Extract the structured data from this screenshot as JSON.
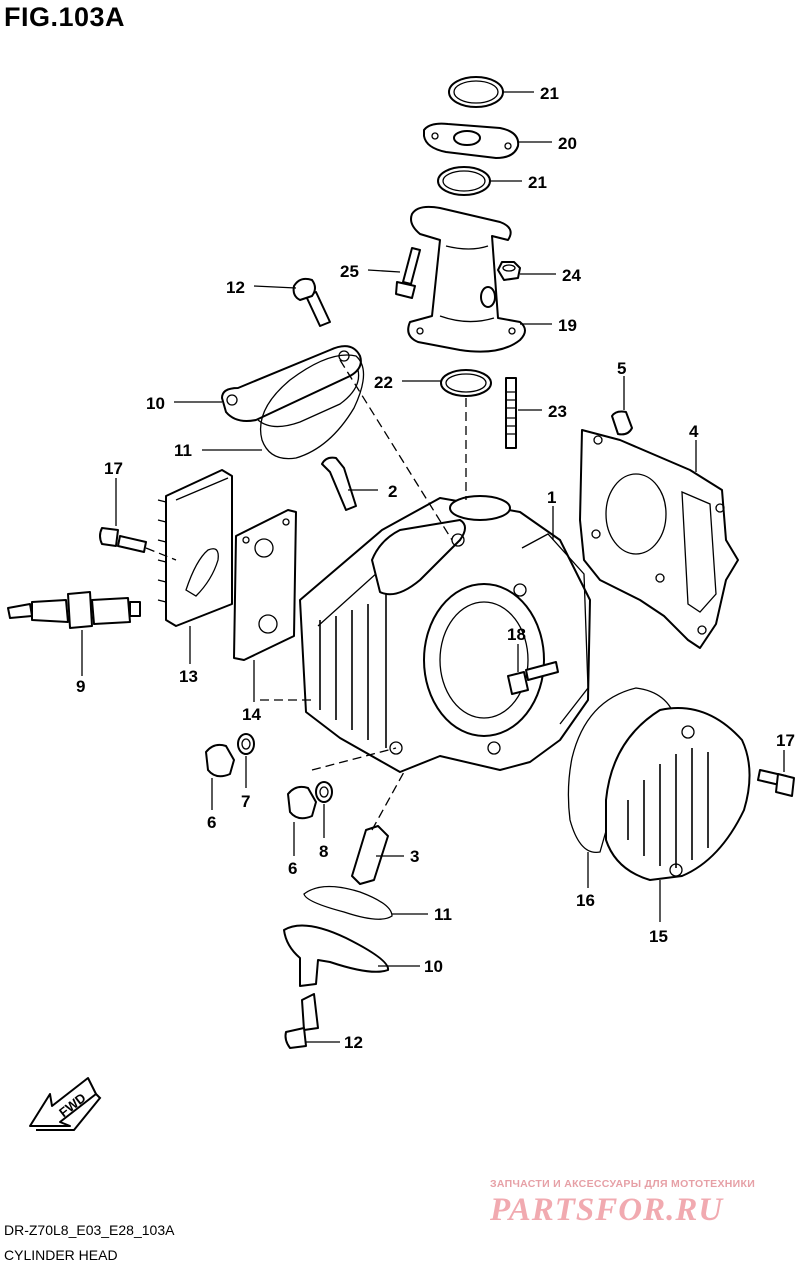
{
  "figure": {
    "title": "FIG.103A",
    "code": "DR-Z70L8_E03_E28_103A",
    "name": "CYLINDER HEAD"
  },
  "fwd_label": "FWD",
  "callouts": [
    {
      "id": "c21a",
      "text": "21"
    },
    {
      "id": "c20",
      "text": "20"
    },
    {
      "id": "c21b",
      "text": "21"
    },
    {
      "id": "c25",
      "text": "25"
    },
    {
      "id": "c24",
      "text": "24"
    },
    {
      "id": "c19",
      "text": "19"
    },
    {
      "id": "c12a",
      "text": "12"
    },
    {
      "id": "c5",
      "text": "5"
    },
    {
      "id": "c22",
      "text": "22"
    },
    {
      "id": "c23",
      "text": "23"
    },
    {
      "id": "c10a",
      "text": "10"
    },
    {
      "id": "c4",
      "text": "4"
    },
    {
      "id": "c11a",
      "text": "11"
    },
    {
      "id": "c17a",
      "text": "17"
    },
    {
      "id": "c2",
      "text": "2"
    },
    {
      "id": "c1",
      "text": "1"
    },
    {
      "id": "c18",
      "text": "18"
    },
    {
      "id": "c9",
      "text": "9"
    },
    {
      "id": "c13",
      "text": "13"
    },
    {
      "id": "c14",
      "text": "14"
    },
    {
      "id": "c17b",
      "text": "17"
    },
    {
      "id": "c6a",
      "text": "6"
    },
    {
      "id": "c7",
      "text": "7"
    },
    {
      "id": "c6b",
      "text": "6"
    },
    {
      "id": "c8",
      "text": "8"
    },
    {
      "id": "c3",
      "text": "3"
    },
    {
      "id": "c16",
      "text": "16"
    },
    {
      "id": "c15",
      "text": "15"
    },
    {
      "id": "c11b",
      "text": "11"
    },
    {
      "id": "c10b",
      "text": "10"
    },
    {
      "id": "c12b",
      "text": "12"
    }
  ],
  "watermark": {
    "tagline": "ЗАПЧАСТИ И АКСЕССУАРЫ ДЛЯ МОТОТЕХНИКИ",
    "logo": "PARTSFOR.RU"
  }
}
